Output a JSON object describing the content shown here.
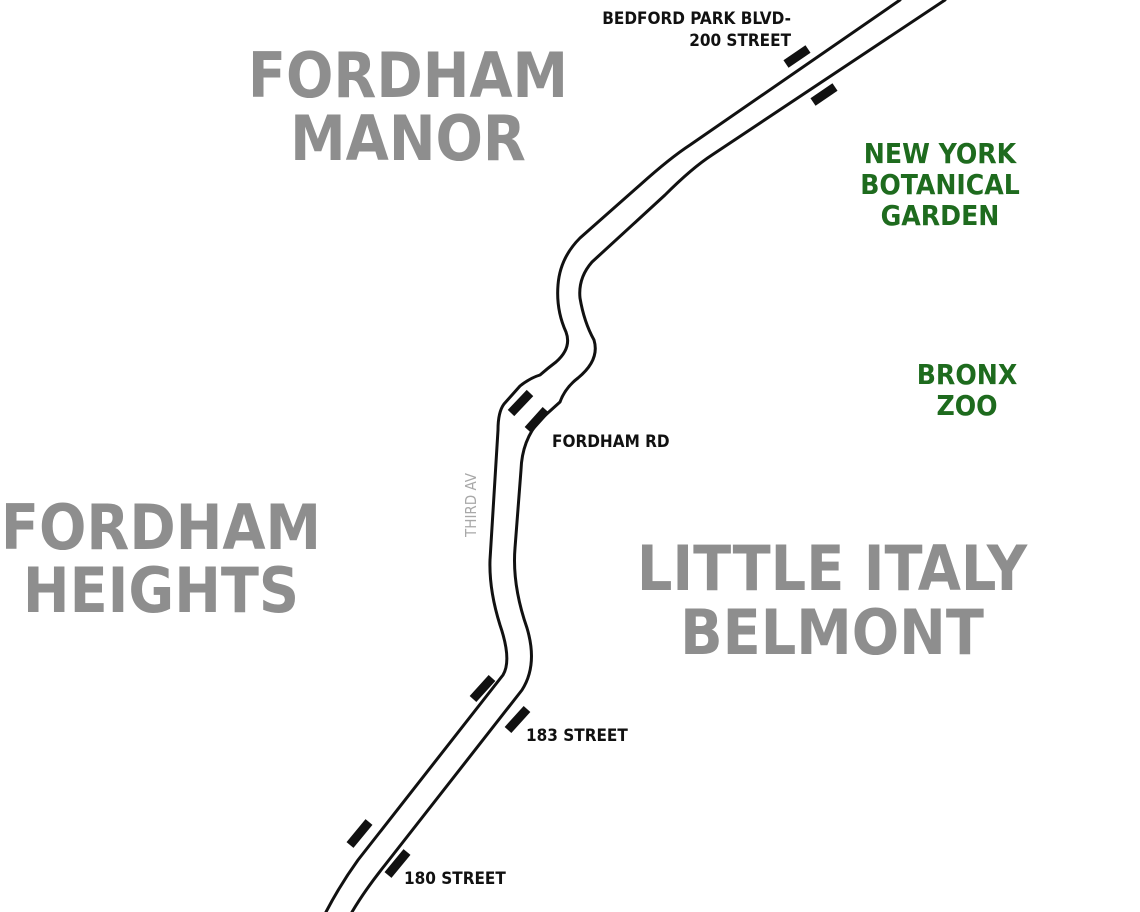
{
  "neighborhoods": {
    "fordham_manor": [
      "FORDHAM",
      "MANOR"
    ],
    "fordham_heights": [
      "FORDHAM",
      "HEIGHTS"
    ],
    "little_italy": [
      "LITTLE ITALY",
      "BELMONT"
    ]
  },
  "parks": {
    "botanical_garden": [
      "NEW YORK",
      "BOTANICAL",
      "GARDEN"
    ],
    "bronx_zoo": [
      "BRONX",
      "ZOO"
    ]
  },
  "stations": {
    "bedford_park": [
      "BEDFORD PARK BLVD-",
      "200 STREET"
    ],
    "fordham_rd": "FORDHAM RD",
    "st_183": "183 STREET",
    "st_180": "180 STREET"
  },
  "street_label": "THIRD AV",
  "colors": {
    "neighborhood": "#8e8e8e",
    "park": "#1e6b1e",
    "track": "#111111",
    "station": "#111111",
    "street": "#a8a8a8"
  }
}
